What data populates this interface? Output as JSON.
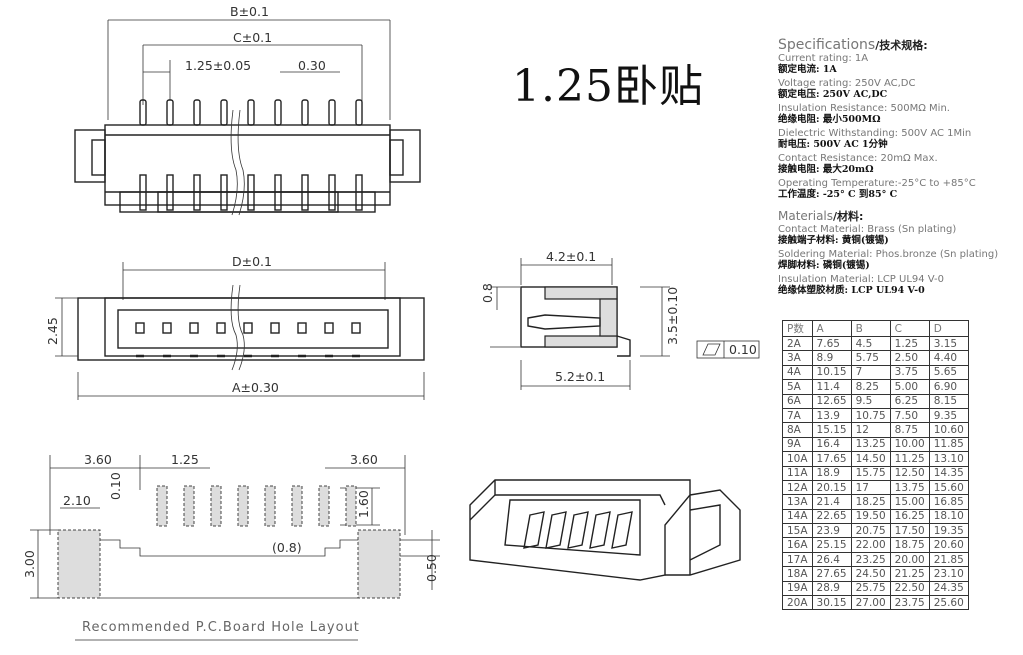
{
  "title": "1.25卧贴",
  "dims": {
    "B": "B±0.1",
    "C": "C±0.1",
    "pitch": "1.25±0.05",
    "pin_w": "0.30",
    "D": "D±0.1",
    "A": "A±0.30",
    "h245": "2.45",
    "depth": "4.2±0.1",
    "h08": "0.8",
    "h35": "3.5±0.10",
    "w52": "5.2±0.1",
    "flat": "0.10",
    "pad360a": "3.60",
    "pad125": "1.25",
    "pad360b": "3.60",
    "pad010": "0.10",
    "pad210": "2.10",
    "pad160": "1.60",
    "pad08": "(0.8)",
    "pad300": "3.00",
    "pad050": "0.50"
  },
  "recommended": "Recommended P.C.Board Hole Layout",
  "specs": {
    "heading": "Specifications",
    "heading_cn": "/技术规格:",
    "items": [
      {
        "en": "Current rating: 1A",
        "cn": "额定电流: 1A"
      },
      {
        "en": "Voltage rating: 250V AC,DC",
        "cn": "额定电压: 250V AC,DC"
      },
      {
        "en": "Insulation Resistance: 500MΩ Min.",
        "cn": "绝缘电阻: 最小500MΩ"
      },
      {
        "en": "Dielectric Withstanding:  500V AC   1Min",
        "cn": "耐电压: 500V AC  1分钟"
      },
      {
        "en": "Contact Resistance:  20mΩ Max.",
        "cn": "接触电阻: 最大20mΩ"
      },
      {
        "en": "Operating Temperature:-25°C to +85°C",
        "cn": "工作温度: -25° C 到85° C"
      }
    ],
    "materials_heading": "Materials",
    "materials_heading_cn": "/材料:",
    "materials": [
      {
        "en": "Contact Material: Brass (Sn plating)",
        "cn": "接触端子材料: 黄铜(镀锡)"
      },
      {
        "en": "Soldering Material: Phos.bronze (Sn plating)",
        "cn": "焊脚材料: 磷铜(镀锡)"
      },
      {
        "en": "Insulation Material:  LCP UL94 V-0",
        "cn": "绝缘体塑胶材质: LCP  UL94 V-0"
      }
    ]
  },
  "table": {
    "headers": [
      "P数",
      "A",
      "B",
      "C",
      "D"
    ],
    "rows": [
      [
        "2A",
        "7.65",
        "4.5",
        "1.25",
        "3.15"
      ],
      [
        "3A",
        "8.9",
        "5.75",
        "2.50",
        "4.40"
      ],
      [
        "4A",
        "10.15",
        "7",
        "3.75",
        "5.65"
      ],
      [
        "5A",
        "11.4",
        "8.25",
        "5.00",
        "6.90"
      ],
      [
        "6A",
        "12.65",
        "9.5",
        "6.25",
        "8.15"
      ],
      [
        "7A",
        "13.9",
        "10.75",
        "7.50",
        "9.35"
      ],
      [
        "8A",
        "15.15",
        "12",
        "8.75",
        "10.60"
      ],
      [
        "9A",
        "16.4",
        "13.25",
        "10.00",
        "11.85"
      ],
      [
        "10A",
        "17.65",
        "14.50",
        "11.25",
        "13.10"
      ],
      [
        "11A",
        "18.9",
        "15.75",
        "12.50",
        "14.35"
      ],
      [
        "12A",
        "20.15",
        "17",
        "13.75",
        "15.60"
      ],
      [
        "13A",
        "21.4",
        "18.25",
        "15.00",
        "16.85"
      ],
      [
        "14A",
        "22.65",
        "19.50",
        "16.25",
        "18.10"
      ],
      [
        "15A",
        "23.9",
        "20.75",
        "17.50",
        "19.35"
      ],
      [
        "16A",
        "25.15",
        "22.00",
        "18.75",
        "20.60"
      ],
      [
        "17A",
        "26.4",
        "23.25",
        "20.00",
        "21.85"
      ],
      [
        "18A",
        "27.65",
        "24.50",
        "21.25",
        "23.10"
      ],
      [
        "19A",
        "28.9",
        "25.75",
        "22.50",
        "24.35"
      ],
      [
        "20A",
        "30.15",
        "27.00",
        "23.75",
        "25.60"
      ]
    ]
  }
}
